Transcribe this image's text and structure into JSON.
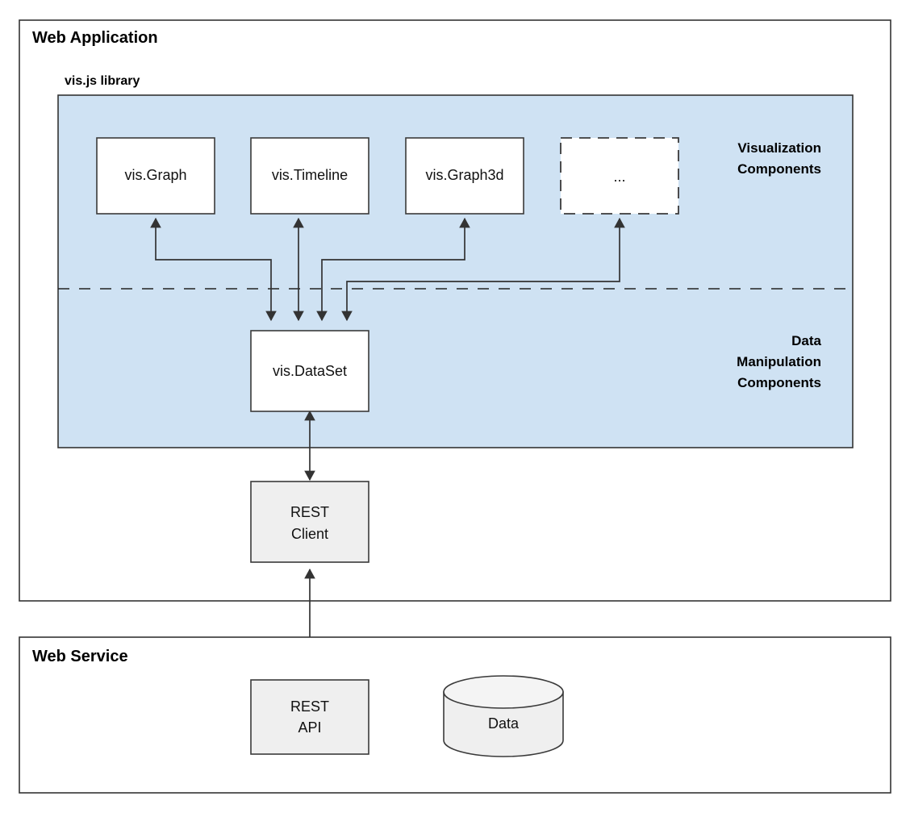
{
  "diagram": {
    "title_visible": false,
    "containers": [
      {
        "id": "web-application",
        "label": "Web Application"
      },
      {
        "id": "web-service",
        "label": "Web Service"
      }
    ],
    "library_panel": {
      "label": "vis.js library",
      "fill_color": "#cfe2f3",
      "zones": [
        {
          "id": "visualization",
          "lines": [
            "Visualization",
            "Components"
          ]
        },
        {
          "id": "data-manipulation",
          "lines": [
            "Data",
            "Manipulation",
            "Components"
          ]
        }
      ]
    },
    "visualization_components": [
      {
        "id": "vis-graph",
        "label": "vis.Graph",
        "style": "solid"
      },
      {
        "id": "vis-timeline",
        "label": "vis.Timeline",
        "style": "solid"
      },
      {
        "id": "vis-graph3d",
        "label": "vis.Graph3d",
        "style": "solid"
      },
      {
        "id": "more-components",
        "label": "...",
        "style": "dashed"
      }
    ],
    "data_components": [
      {
        "id": "vis-dataset",
        "label": "vis.DataSet",
        "style": "solid"
      }
    ],
    "client_nodes": [
      {
        "id": "rest-client",
        "line1": "REST",
        "line2": "Client",
        "fill_color": "#efefef"
      }
    ],
    "service_nodes": [
      {
        "id": "rest-api",
        "line1": "REST",
        "line2": "API",
        "fill_color": "#efefef"
      },
      {
        "id": "data-store",
        "label": "Data",
        "shape": "cylinder",
        "fill_color": "#efefef"
      }
    ],
    "connections": [
      {
        "from": "vis-graph",
        "to": "vis-dataset",
        "arrows": "both"
      },
      {
        "from": "vis-timeline",
        "to": "vis-dataset",
        "arrows": "both"
      },
      {
        "from": "vis-graph3d",
        "to": "vis-dataset",
        "arrows": "both"
      },
      {
        "from": "more-components",
        "to": "vis-dataset",
        "arrows": "both"
      },
      {
        "from": "vis-dataset",
        "to": "rest-client",
        "arrows": "both"
      },
      {
        "from": "rest-client",
        "to": "rest-api",
        "arrows": "both"
      },
      {
        "from": "rest-api",
        "to": "data-store",
        "arrows": "both"
      }
    ]
  }
}
